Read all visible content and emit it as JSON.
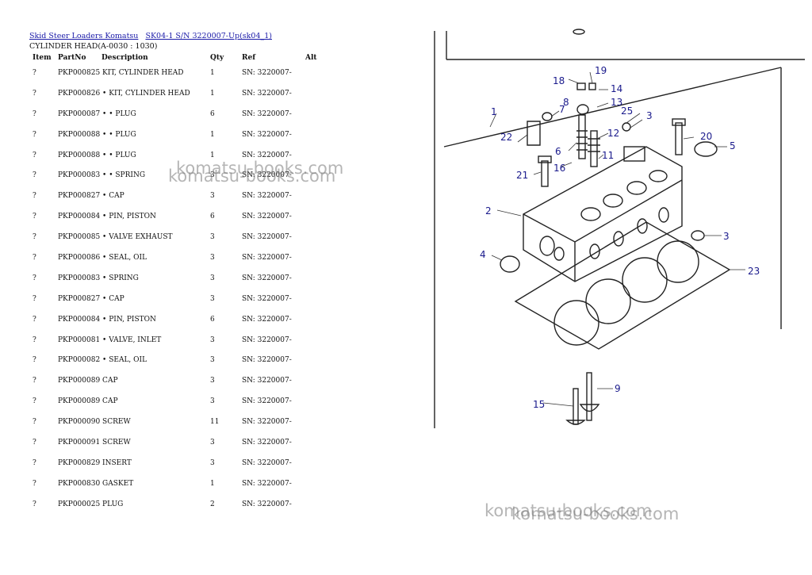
{
  "breadcrumb": {
    "link1": "Skid Steer Loaders Komatsu",
    "link2": "SK04-1 S/N 3220007-Up(sk04_1)"
  },
  "section_title": "CYLINDER HEAD(A-0030 : 1030)",
  "table": {
    "headers": {
      "item": "Item",
      "part": "PartNo",
      "desc": "Description",
      "qty": "Qty",
      "ref": "Ref",
      "alt": "Alt"
    },
    "rows": [
      {
        "item": "?",
        "part": "PKP000825 KIT, CYLINDER HEAD",
        "qty": "1",
        "ref": "SN: 3220007-"
      },
      {
        "item": "?",
        "part": "PKP000826 • KIT, CYLINDER HEAD",
        "qty": "1",
        "ref": "SN: 3220007-"
      },
      {
        "item": "?",
        "part": "PKP000087 • • PLUG",
        "qty": "6",
        "ref": "SN: 3220007-"
      },
      {
        "item": "?",
        "part": "PKP000088 • • PLUG",
        "qty": "1",
        "ref": "SN: 3220007-"
      },
      {
        "item": "?",
        "part": "PKP000088 • • PLUG",
        "qty": "1",
        "ref": "SN: 3220007-"
      },
      {
        "item": "?",
        "part": "PKP000083 • • SPRING",
        "qty": "3",
        "ref": "SN: 3220007-"
      },
      {
        "item": "?",
        "part": "PKP000827 • CAP",
        "qty": "3",
        "ref": "SN: 3220007-"
      },
      {
        "item": "?",
        "part": "PKP000084 • PIN, PISTON",
        "qty": "6",
        "ref": "SN: 3220007-"
      },
      {
        "item": "?",
        "part": "PKP000085 • VALVE EXHAUST",
        "qty": "3",
        "ref": "SN: 3220007-"
      },
      {
        "item": "?",
        "part": "PKP000086 • SEAL, OIL",
        "qty": "3",
        "ref": "SN: 3220007-"
      },
      {
        "item": "?",
        "part": "PKP000083 • SPRING",
        "qty": "3",
        "ref": "SN: 3220007-"
      },
      {
        "item": "?",
        "part": "PKP000827 • CAP",
        "qty": "3",
        "ref": "SN: 3220007-"
      },
      {
        "item": "?",
        "part": "PKP000084 • PIN, PISTON",
        "qty": "6",
        "ref": "SN: 3220007-"
      },
      {
        "item": "?",
        "part": "PKP000081 • VALVE, INLET",
        "qty": "3",
        "ref": "SN: 3220007-"
      },
      {
        "item": "?",
        "part": "PKP000082 • SEAL, OIL",
        "qty": "3",
        "ref": "SN: 3220007-"
      },
      {
        "item": "?",
        "part": "PKP000089 CAP",
        "qty": "3",
        "ref": "SN: 3220007-"
      },
      {
        "item": "?",
        "part": "PKP000089 CAP",
        "qty": "3",
        "ref": "SN: 3220007-"
      },
      {
        "item": "?",
        "part": "PKP000090 SCREW",
        "qty": "11",
        "ref": "SN: 3220007-"
      },
      {
        "item": "?",
        "part": "PKP000091 SCREW",
        "qty": "3",
        "ref": "SN: 3220007-"
      },
      {
        "item": "?",
        "part": "PKP000829 INSERT",
        "qty": "3",
        "ref": "SN: 3220007-"
      },
      {
        "item": "?",
        "part": "PKP000830 GASKET",
        "qty": "1",
        "ref": "SN: 3220007-"
      },
      {
        "item": "?",
        "part": "PKP000025 PLUG",
        "qty": "2",
        "ref": "SN: 3220007-"
      }
    ]
  },
  "watermark": "komatsu-books.com",
  "diagram": {
    "callouts": [
      "1",
      "2",
      "3",
      "3",
      "4",
      "5",
      "6",
      "7",
      "8",
      "9",
      "11",
      "12",
      "13",
      "14",
      "15",
      "16",
      "18",
      "19",
      "20",
      "21",
      "22",
      "23",
      "25"
    ]
  },
  "colors": {
    "link": "#1a1aa8",
    "callout": "#1a1a8c",
    "watermark": "#8a8a8a"
  }
}
